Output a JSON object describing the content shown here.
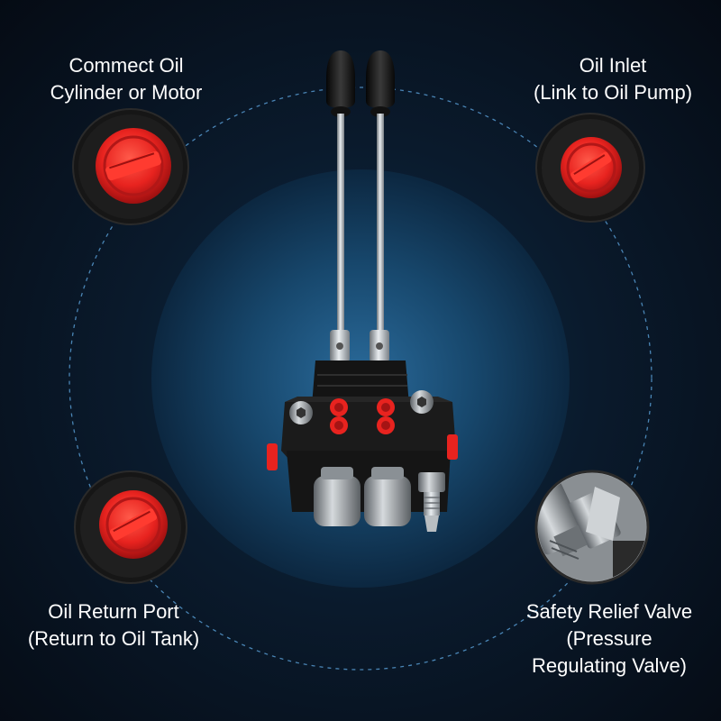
{
  "callouts": {
    "top_left": {
      "lines": [
        "Commect Oil",
        "Cylinder or Motor"
      ],
      "icon": "red-port-plug-icon"
    },
    "top_right": {
      "lines": [
        "Oil Inlet",
        "(Link to Oil Pump)"
      ],
      "icon": "red-port-plug-icon"
    },
    "bottom_left": {
      "lines": [
        "Oil Return Port",
        "(Return to Oil Tank)"
      ],
      "icon": "red-port-plug-icon"
    },
    "bottom_right": {
      "lines": [
        "Safety Relief Valve",
        "(Pressure",
        "Regulating Valve)"
      ],
      "icon": "relief-valve-icon"
    }
  },
  "colors": {
    "background": "#0a1a2c",
    "accent_glow": "#1f5a86",
    "plug_red": "#e8231f",
    "valve_body": "#1a1a1a",
    "text": "#ffffff"
  },
  "product": {
    "name_icon": "hydraulic-directional-control-valve-icon",
    "lever_count": 2
  }
}
